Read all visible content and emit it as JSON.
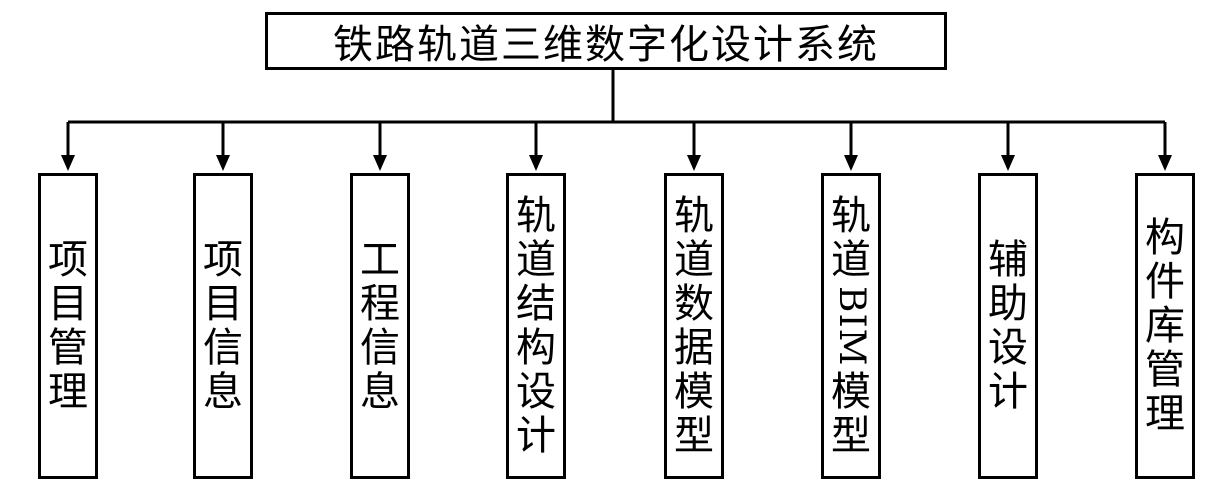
{
  "diagram": {
    "root": "铁路轨道三维数字化设计系统",
    "children": [
      {
        "id": "c1",
        "label": "项目管理"
      },
      {
        "id": "c2",
        "label": "项目信息"
      },
      {
        "id": "c3",
        "label": "工程信息"
      },
      {
        "id": "c4",
        "label": "轨道结构设计"
      },
      {
        "id": "c5",
        "label": "轨道数据模型"
      },
      {
        "id": "c6",
        "label": "轨道 BIM 模型"
      },
      {
        "id": "c7",
        "label": "辅助设计"
      },
      {
        "id": "c8",
        "label": "构件库管理"
      }
    ],
    "colors": {
      "line": "#000000",
      "box_border": "#000000",
      "background": "#ffffff"
    }
  }
}
